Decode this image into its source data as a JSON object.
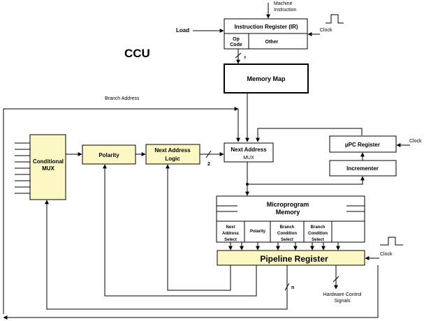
{
  "title": "CCU",
  "colors": {
    "highlight_fill": "#fdf7c3",
    "line": "#000000",
    "background": "#ffffff"
  },
  "labels": {
    "machine_instruction": [
      "Machine",
      "Instruction"
    ],
    "load": "Load",
    "clock": "Clock",
    "branch_address": "Branch Address",
    "bus_x": "x",
    "bus_2": "2",
    "bus_n": "n",
    "hardware_control": [
      "Hardware Control",
      "Signals"
    ]
  },
  "blocks": {
    "instruction_register": {
      "title": "Instruction Register  (IR)",
      "opcode": [
        "Op",
        "Code"
      ],
      "other": "Other"
    },
    "memory_map": "Memory Map",
    "next_address_mux": [
      "Next Address",
      "MUX"
    ],
    "upc_register": "µPC Register",
    "incrementer": "Incrementer",
    "conditional_mux": [
      "Conditional",
      "MUX"
    ],
    "polarity": "Polarity",
    "next_address_logic": [
      "Next Address",
      "Logic"
    ],
    "microprogram_memory": {
      "title": [
        "Microprogram",
        "Memory"
      ],
      "fields": [
        [
          "Next",
          "Address",
          "Select"
        ],
        [
          "Polarity"
        ],
        [
          "Branch",
          "Condition",
          "Select"
        ],
        [
          "Branch",
          "Condition",
          "Select"
        ]
      ]
    },
    "pipeline_register": "Pipeline Register"
  }
}
